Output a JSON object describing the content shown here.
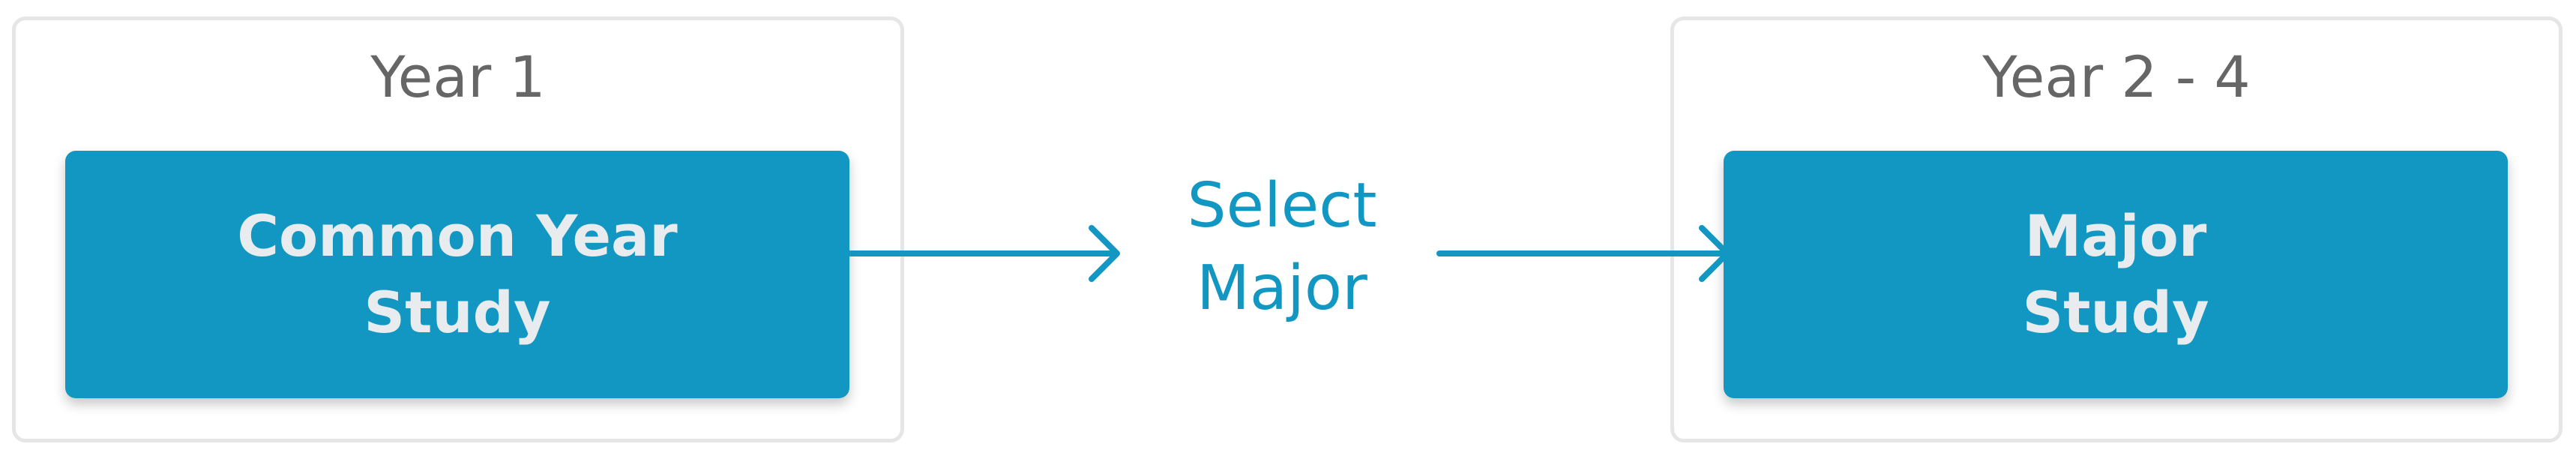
{
  "stages": [
    {
      "period": "Year 1",
      "label": "Common Year\nStudy"
    },
    {
      "period": "Year 2 - 4",
      "label": "Major\nStudy"
    }
  ],
  "transition": {
    "label": "Select\nMajor"
  },
  "colors": {
    "accent": "#1297c3",
    "box_text": "#e8ecef",
    "title_text": "#666666",
    "panel_border": "#e6e6e6"
  }
}
